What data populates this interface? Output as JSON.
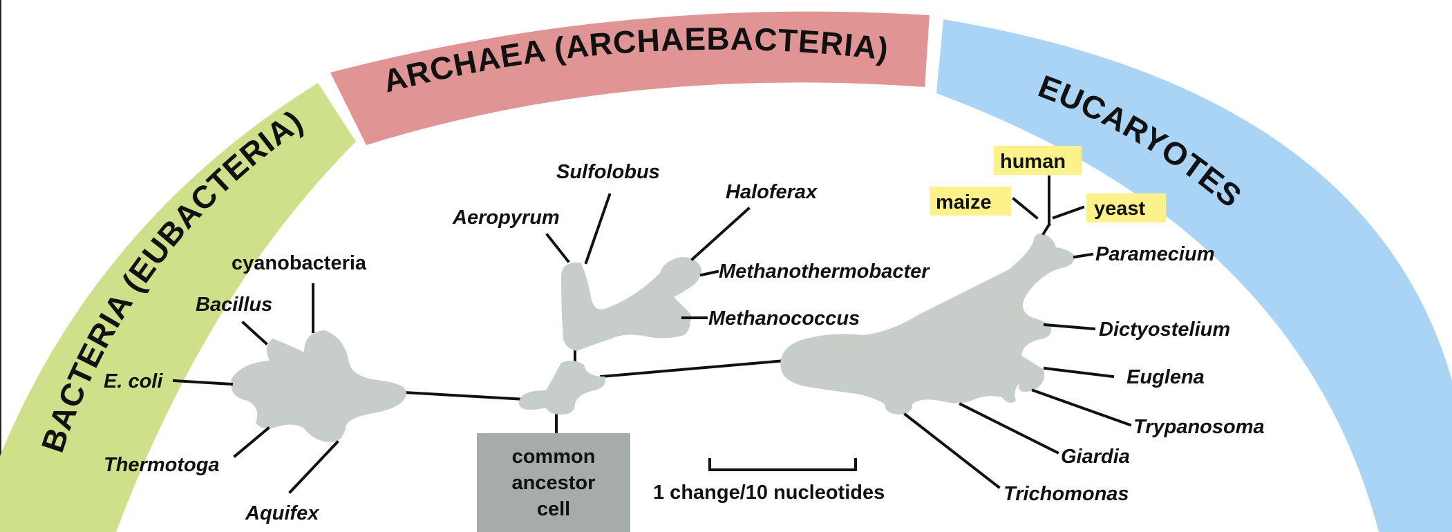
{
  "domains": {
    "bacteria": {
      "label": "BACTERIA (EUBACTERIA)",
      "color": "#cfe08a"
    },
    "archaea": {
      "label": "ARCHAEA (ARCHAEBACTERIA)",
      "color": "#e09494"
    },
    "eucaryotes": {
      "label": "EUCARYOTES",
      "color": "#a9d4f5"
    }
  },
  "organisms": {
    "ecoli": "E. coli",
    "bacillus": "Bacillus",
    "cyanobacteria": "cyanobacteria",
    "thermotoga": "Thermotoga",
    "aquifex": "Aquifex",
    "aeropyrum": "Aeropyrum",
    "sulfolobus": "Sulfolobus",
    "haloferax": "Haloferax",
    "methanothermobacter": "Methanothermobacter",
    "methanococcus": "Methanococcus",
    "human": "human",
    "maize": "maize",
    "yeast": "yeast",
    "paramecium": "Paramecium",
    "dictyostelium": "Dictyostelium",
    "euglena": "Euglena",
    "trypanosoma": "Trypanosoma",
    "giardia": "Giardia",
    "trichomonas": "Trichomonas"
  },
  "ancestor": {
    "line1": "common",
    "line2": "ancestor",
    "line3": "cell"
  },
  "scale_bar": {
    "label": "1 change/10 nucleotides"
  },
  "colors": {
    "blob": "#c7cdc9",
    "highlight": "#fbf28c",
    "ancestor_box": "#a6aca8"
  }
}
